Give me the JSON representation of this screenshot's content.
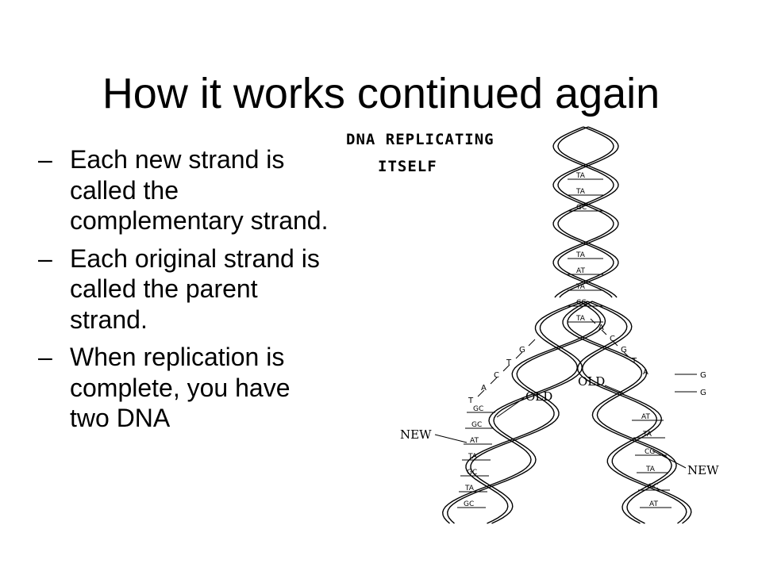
{
  "slide": {
    "title": "How it works continued again",
    "bullets": [
      {
        "dash": "–",
        "text": "Each new strand is called the complementary strand."
      },
      {
        "dash": "–",
        "text": "Each original strand is called the parent strand."
      },
      {
        "dash": "–",
        "text": "When replication is complete, you have two DNA"
      }
    ]
  },
  "figure": {
    "title_line1": "DNA REPLICATING",
    "title_line2": "ITSELF",
    "labels": {
      "old_left": "OLD",
      "old_right": "OLD",
      "new_left": "NEW",
      "new_right": "NEW"
    },
    "top_pairs": [
      "TA",
      "TA",
      "GC",
      "TA",
      "AT",
      "TA",
      "CG",
      "TA"
    ],
    "left_bases": [
      "G",
      "T",
      "C",
      "A",
      "T"
    ],
    "right_bases": [
      "A",
      "C",
      "G",
      "T",
      "A"
    ],
    "left_pairs": [
      "GC",
      "GC",
      "AT",
      "TA",
      "GC",
      "TA",
      "GC"
    ],
    "right_bases_outer": [
      "G",
      "G"
    ],
    "right_pairs": [
      "AT",
      "TA",
      "CG",
      "TA",
      "GC",
      "AT"
    ]
  }
}
